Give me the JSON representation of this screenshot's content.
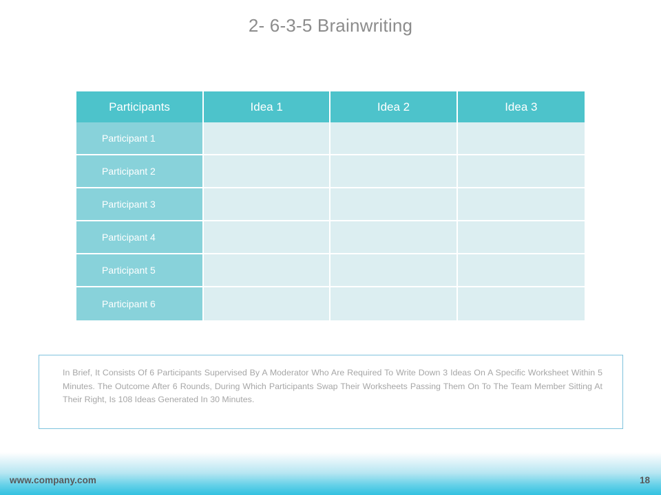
{
  "slide": {
    "title": "2- 6-3-5 Brainwriting",
    "page_number": "18"
  },
  "table": {
    "headers": [
      {
        "label": "Participants"
      },
      {
        "label": "Idea 1"
      },
      {
        "label": "Idea 2"
      },
      {
        "label": "Idea 3"
      }
    ],
    "rows": [
      {
        "participant": "Participant 1",
        "idea1": "",
        "idea2": "",
        "idea3": ""
      },
      {
        "participant": "Participant 2",
        "idea1": "",
        "idea2": "",
        "idea3": ""
      },
      {
        "participant": "Participant 3",
        "idea1": "",
        "idea2": "",
        "idea3": ""
      },
      {
        "participant": "Participant 4",
        "idea1": "",
        "idea2": "",
        "idea3": ""
      },
      {
        "participant": "Participant 5",
        "idea1": "",
        "idea2": "",
        "idea3": ""
      },
      {
        "participant": "Participant 6",
        "idea1": "",
        "idea2": "",
        "idea3": ""
      }
    ]
  },
  "description": {
    "body": "In Brief, It Consists Of 6 Participants Supervised By A Moderator Who Are Required To Write Down 3 Ideas On A Specific Worksheet Within 5 Minutes. The Outcome After 6 Rounds, During Which Participants Swap Their Worksheets Passing Them On To The Team Member Sitting At Their Right, Is 108 Ideas Generated In 30 Minutes."
  },
  "footer": {
    "url": "www.company.com",
    "page_number": "18"
  },
  "colors": {
    "header_teal": "#4dc3cb",
    "participant_teal": "#88d2da",
    "cell_light": "#dceef1",
    "title_gray": "#8c8c8c",
    "body_gray": "#a6a6a6",
    "box_border": "#7ec3dd",
    "footer_cyan": "#33c1e0",
    "footer_text": "#58595b"
  }
}
